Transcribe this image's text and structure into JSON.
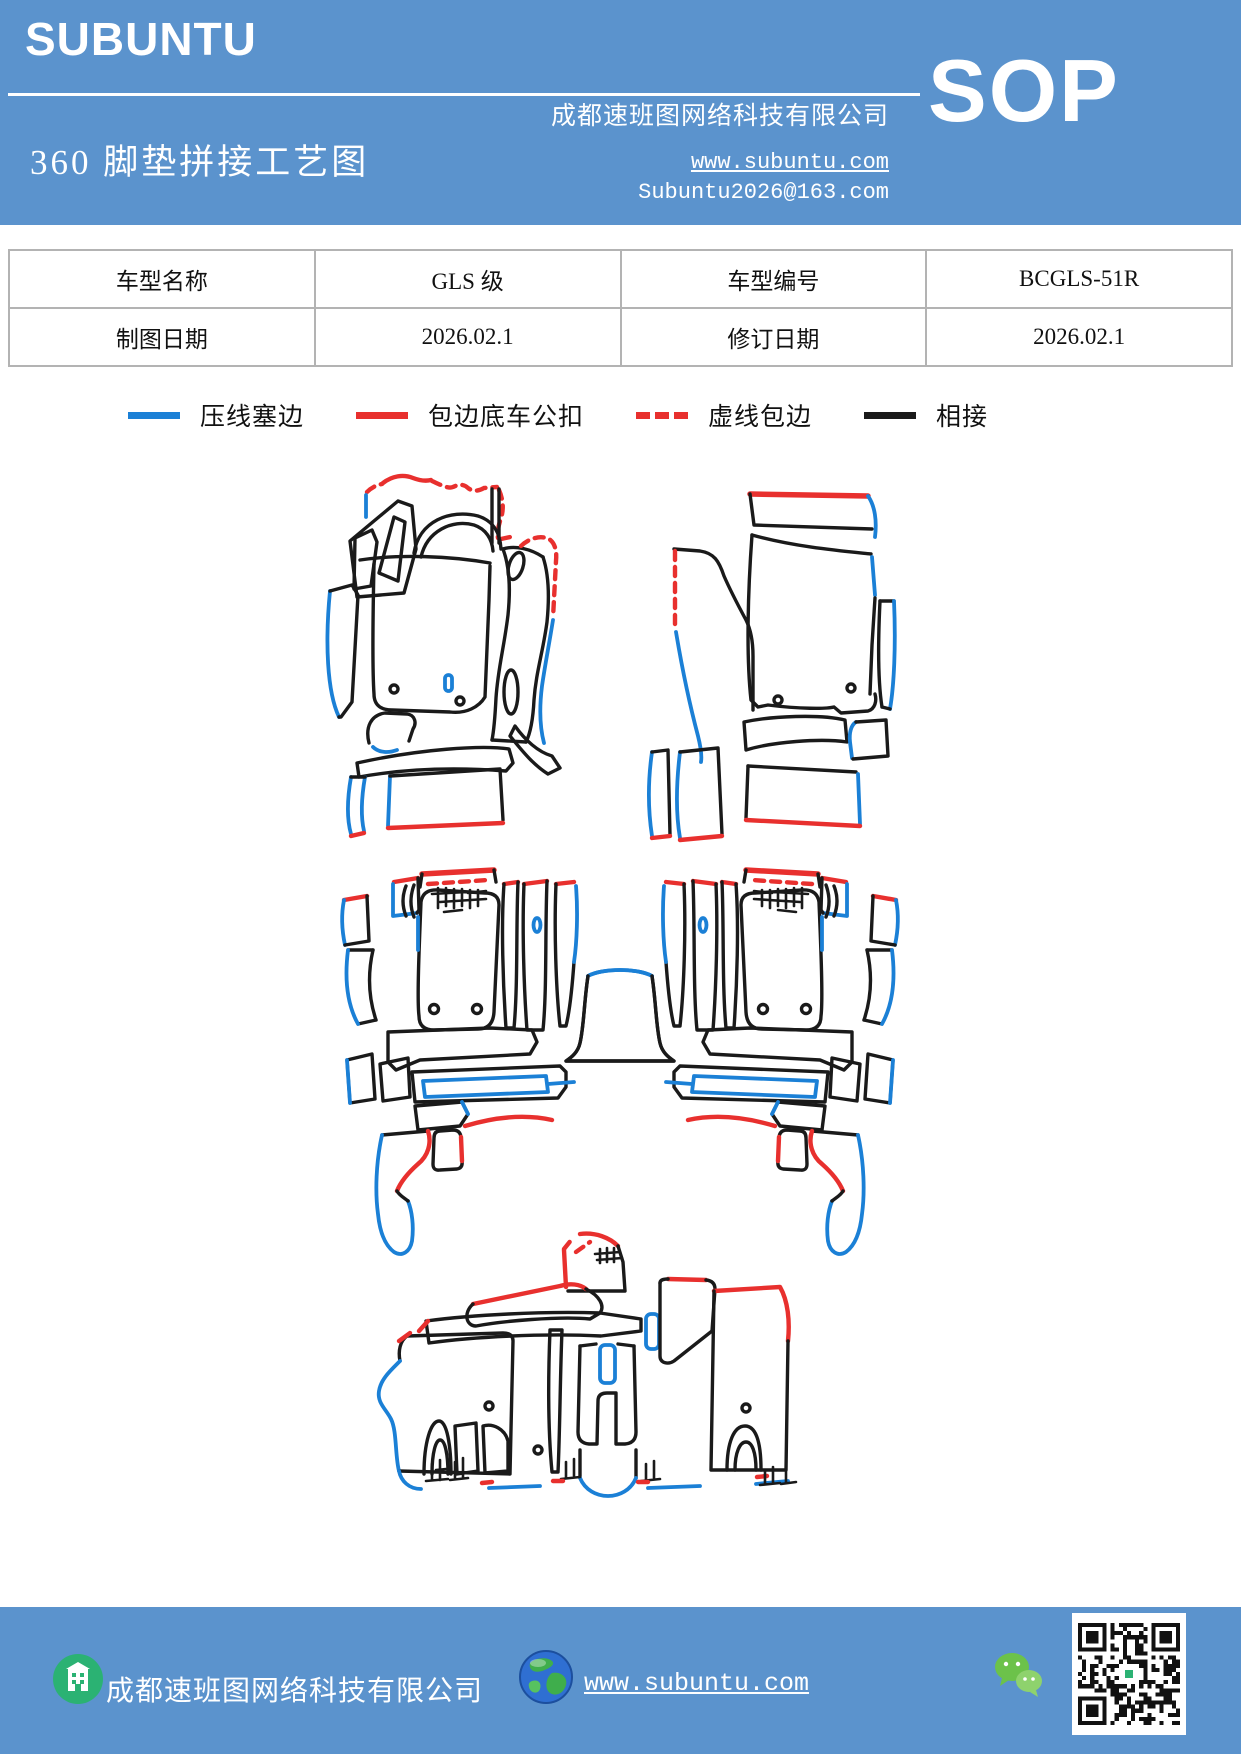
{
  "header": {
    "brand": "SUBUNTU",
    "title": "360 脚垫拼接工艺图",
    "company": "成都速班图网络科技有限公司",
    "website": "www.subuntu.com",
    "email": "Subuntu2026@163.com",
    "sop": "SOP",
    "accent_color": "#5b93cd"
  },
  "info_table": {
    "rows": [
      [
        "车型名称",
        "GLS 级",
        "车型编号",
        "BCGLS-51R"
      ],
      [
        "制图日期",
        "2026.02.1",
        "修订日期",
        "2026.02.1"
      ]
    ]
  },
  "legend": {
    "items": [
      {
        "label": "压线塞边",
        "color": "#1b80d6",
        "style": "solid"
      },
      {
        "label": "包边底车公扣",
        "color": "#e8302e",
        "style": "solid"
      },
      {
        "label": "虚线包边",
        "color": "#e8302e",
        "style": "dashed"
      },
      {
        "label": "相接",
        "color": "#1a1a1a",
        "style": "solid"
      }
    ]
  },
  "diagram": {
    "description": "360 全包围脚垫裁片拼接工艺线稿（上、中、下三组裁片）",
    "line_colors": {
      "black": "#1a1a1a",
      "blue": "#1b80d6",
      "red": "#e8302e"
    }
  },
  "footer": {
    "company": "成都速班图网络科技有限公司",
    "website": "www.subuntu.com",
    "icons": [
      "building-icon",
      "globe-icon",
      "wechat-icon",
      "qr-code"
    ]
  }
}
